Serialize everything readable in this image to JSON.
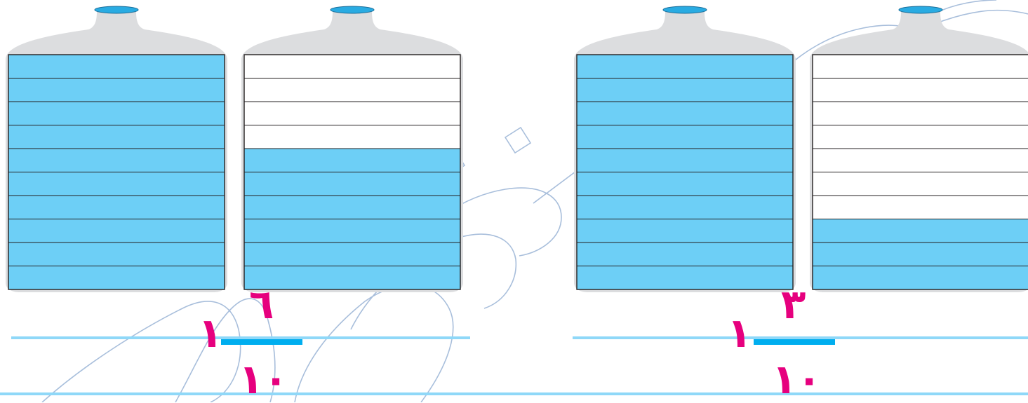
{
  "colors": {
    "water": "#6dcff6",
    "bottle_body": "#dcdddf",
    "bottle_cap": "#29abe2",
    "grid_line": "#231f20",
    "number": "#e6007e",
    "rule_line": "#8fd8f8",
    "fraction_bar": "#00aeef",
    "watermark_stroke": "#9fb8d8"
  },
  "mixed_number_left": {
    "whole": "١",
    "numerator": "٦",
    "denominator": "١٠",
    "bottles": [
      {
        "filled_tenths": 10,
        "total_tenths": 10
      },
      {
        "filled_tenths": 6,
        "total_tenths": 10
      }
    ]
  },
  "mixed_number_right": {
    "whole": "١",
    "numerator": "٣",
    "denominator": "١٠",
    "bottles": [
      {
        "filled_tenths": 10,
        "total_tenths": 10
      },
      {
        "filled_tenths": 3,
        "total_tenths": 10
      }
    ]
  },
  "watermark": {
    "icon": "watermark-outline-lettering"
  }
}
